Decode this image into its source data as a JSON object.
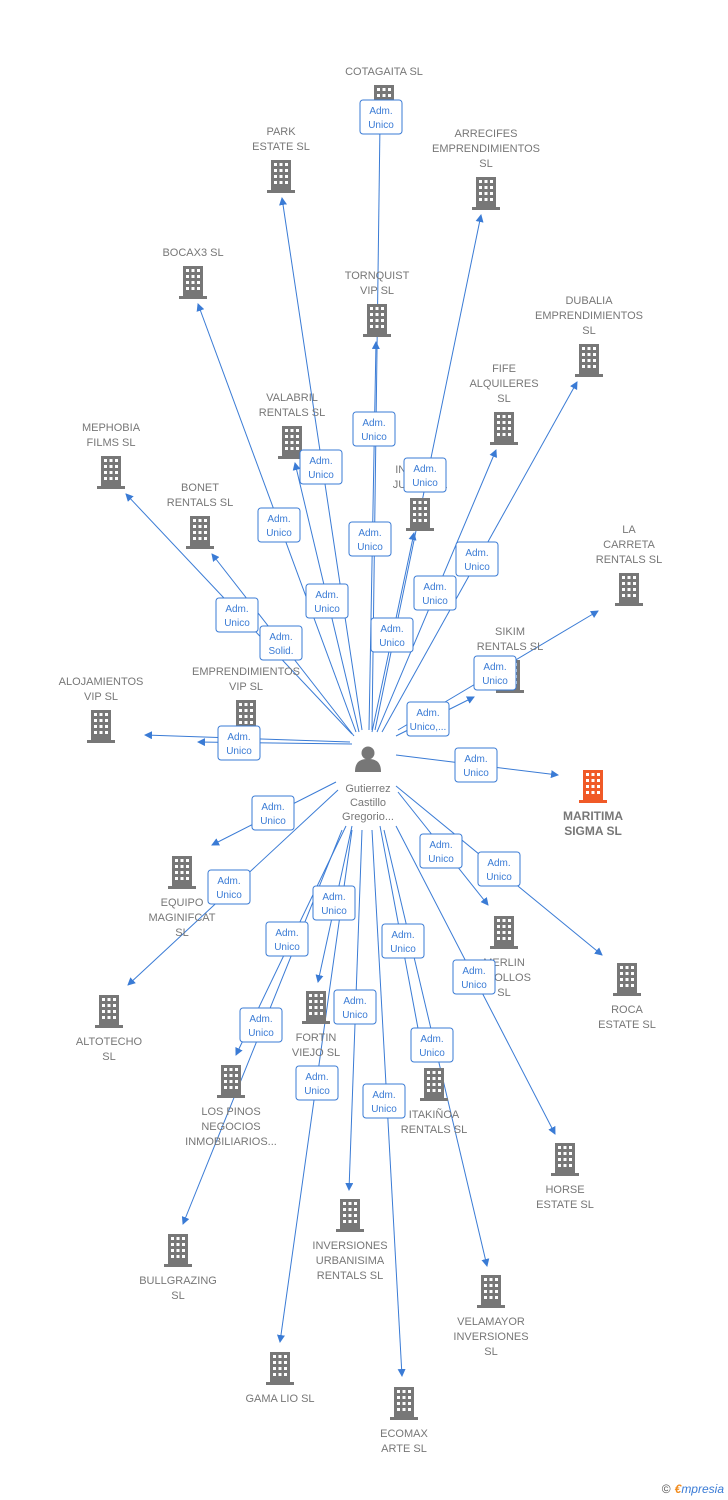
{
  "colors": {
    "edge": "#3a7bd5",
    "building": "#777777",
    "highlight": "#f05a28",
    "person": "#777777"
  },
  "center": {
    "label": [
      "Gutierrez",
      "Castillo",
      "Gregorio..."
    ]
  },
  "footer": {
    "copyright": "©",
    "brand_first": "€",
    "brand_rest": "mpresia"
  },
  "nodes": [
    {
      "id": "cotagaita",
      "label": [
        "COTAGAITA SL"
      ],
      "edge": [
        "Adm.",
        "Unico"
      ]
    },
    {
      "id": "park",
      "label": [
        "PARK",
        "ESTATE SL"
      ],
      "edge": [
        "Adm.",
        "Unico"
      ]
    },
    {
      "id": "arrecifes",
      "label": [
        "ARRECIFES",
        "EMPRENDIMIENTOS",
        "SL"
      ],
      "edge": [
        "Adm.",
        "Unico"
      ]
    },
    {
      "id": "bocax3",
      "label": [
        "BOCAX3 SL"
      ],
      "edge": [
        "Adm.",
        "Unico"
      ]
    },
    {
      "id": "tornquist",
      "label": [
        "TORNQUIST",
        "VIP SL"
      ],
      "edge": [
        "Adm.",
        "Unico"
      ]
    },
    {
      "id": "dubalia",
      "label": [
        "DUBALIA",
        "EMPRENDIMIENTOS",
        "SL"
      ],
      "edge": [
        "Adm.",
        "Unico"
      ]
    },
    {
      "id": "fife",
      "label": [
        "FIFE",
        "ALQUILERES",
        "SL"
      ],
      "edge": [
        "Adm.",
        "Unico"
      ]
    },
    {
      "id": "valabril",
      "label": [
        "VALABRIL",
        "RENTALS SL"
      ],
      "edge": [
        "Adm.",
        "Unico"
      ]
    },
    {
      "id": "mephobia",
      "label": [
        "MEPHOBIA",
        "FILMS SL"
      ],
      "edge": [
        "Adm.",
        "Unico"
      ]
    },
    {
      "id": "inversiones_juan",
      "label": [
        "INVE...ES",
        "JUAN... SL"
      ],
      "edge": [
        "Adm.",
        "Unico"
      ]
    },
    {
      "id": "bonet",
      "label": [
        "BONET",
        "RENTALS SL"
      ],
      "edge": [
        "Adm.",
        "Solid."
      ]
    },
    {
      "id": "lacarreta",
      "label": [
        "LA",
        "CARRETA",
        "RENTALS SL"
      ],
      "edge": [
        "Adm.",
        "Unico"
      ]
    },
    {
      "id": "sikim",
      "label": [
        "SIKIM",
        "RENTALS SL"
      ],
      "edge": [
        "Adm.",
        "Unico,..."
      ]
    },
    {
      "id": "alojamientos",
      "label": [
        "ALOJAMIENTOS",
        "VIP SL"
      ],
      "edge": [
        "Adm.",
        "Unico"
      ]
    },
    {
      "id": "emprendimientos_vip",
      "label": [
        "EMPRENDIMIENTOS",
        "VIP SL"
      ],
      "edge": [
        "Adm.",
        "Unico"
      ]
    },
    {
      "id": "maritima",
      "label": [
        "MARITIMA",
        "SIGMA SL"
      ],
      "edge": [
        "Adm.",
        "Unico"
      ]
    },
    {
      "id": "equipo",
      "label": [
        "EQUIPO",
        "MAGINIFCAT",
        "SL"
      ],
      "edge": [
        "Adm.",
        "Unico"
      ]
    },
    {
      "id": "merlin",
      "label": [
        "MERLIN",
        "...ROLLOS",
        "SL"
      ],
      "edge": [
        "Adm.",
        "Unico"
      ]
    },
    {
      "id": "roca",
      "label": [
        "ROCA",
        "ESTATE SL"
      ],
      "edge": [
        "Adm.",
        "Unico"
      ]
    },
    {
      "id": "altotecho",
      "label": [
        "ALTOTECHO",
        "SL"
      ],
      "edge": [
        "Adm.",
        "Unico"
      ]
    },
    {
      "id": "fortin",
      "label": [
        "FORTIN",
        "VIEJO SL"
      ],
      "edge": [
        "Adm.",
        "Unico"
      ]
    },
    {
      "id": "lospinos",
      "label": [
        "LOS PINOS",
        "NEGOCIOS",
        "INMOBILIARIOS..."
      ],
      "edge": [
        "Adm.",
        "Unico"
      ]
    },
    {
      "id": "itakinoa",
      "label": [
        "ITAKIÑOA",
        "RENTALS SL"
      ],
      "edge": [
        "Adm.",
        "Unico"
      ]
    },
    {
      "id": "horse",
      "label": [
        "HORSE",
        "ESTATE SL"
      ],
      "edge": [
        "Adm.",
        "Unico"
      ]
    },
    {
      "id": "inversiones_urbanisima",
      "label": [
        "INVERSIONES",
        "URBANISIMA",
        "RENTALS SL"
      ],
      "edge": [
        "Adm.",
        "Unico"
      ]
    },
    {
      "id": "bullgrazing",
      "label": [
        "BULLGRAZING",
        "SL"
      ],
      "edge": [
        "Adm.",
        "Unico"
      ]
    },
    {
      "id": "velamayor",
      "label": [
        "VELAMAYOR",
        "INVERSIONES",
        "SL"
      ],
      "edge": [
        "Adm.",
        "Unico"
      ]
    },
    {
      "id": "gamalio",
      "label": [
        "GAMA LIO SL"
      ],
      "edge": [
        "Adm.",
        "Unico"
      ]
    },
    {
      "id": "ecomax",
      "label": [
        "ECOMAX",
        "ARTE SL"
      ],
      "edge": [
        "Adm.",
        "Unico"
      ]
    }
  ]
}
